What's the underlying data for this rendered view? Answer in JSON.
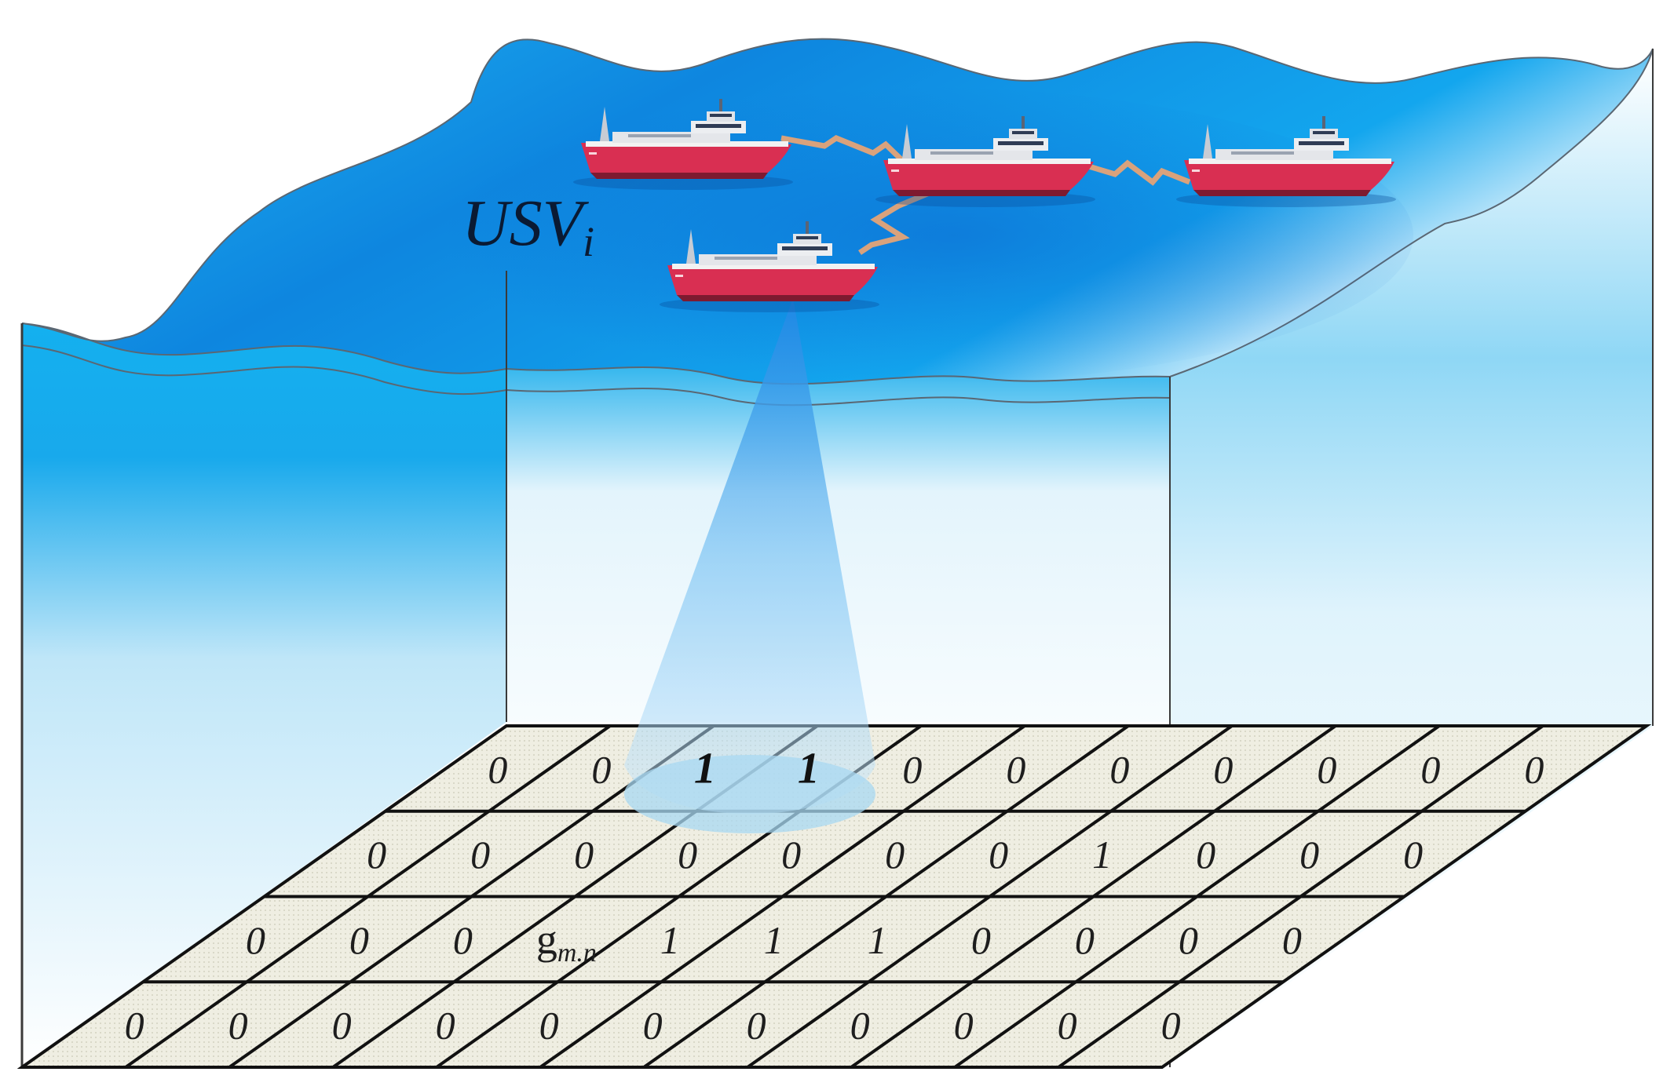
{
  "diagram": {
    "usv_label": {
      "main": "USV",
      "subscript": "i"
    },
    "grid_symbol": {
      "main": "g",
      "subscript": "m.n"
    },
    "grid_rows": [
      [
        "0",
        "0",
        "1",
        "1",
        "0",
        "0",
        "0",
        "0",
        "0",
        "0",
        "0"
      ],
      [
        "0",
        "0",
        "0",
        "0",
        "0",
        "0",
        "0",
        "1",
        "0",
        "0",
        "0"
      ],
      [
        "0",
        "0",
        "0",
        "g",
        "1",
        "1",
        "1",
        "0",
        "0",
        "0",
        "0"
      ],
      [
        "0",
        "0",
        "0",
        "0",
        "0",
        "0",
        "0",
        "0",
        "0",
        "0",
        "0"
      ]
    ],
    "bold_cells": [
      [
        0,
        2
      ],
      [
        0,
        3
      ]
    ],
    "symbol_cell": [
      2,
      3
    ],
    "colors": {
      "water_surface": "#1aa3ee",
      "water_deep": "#0b73d6",
      "water_fade": "#e9f6fd",
      "hull": "#d92f52",
      "grid_fill": "#efeee2",
      "link": "#d9a27c",
      "beam": "#1e88e5"
    }
  }
}
